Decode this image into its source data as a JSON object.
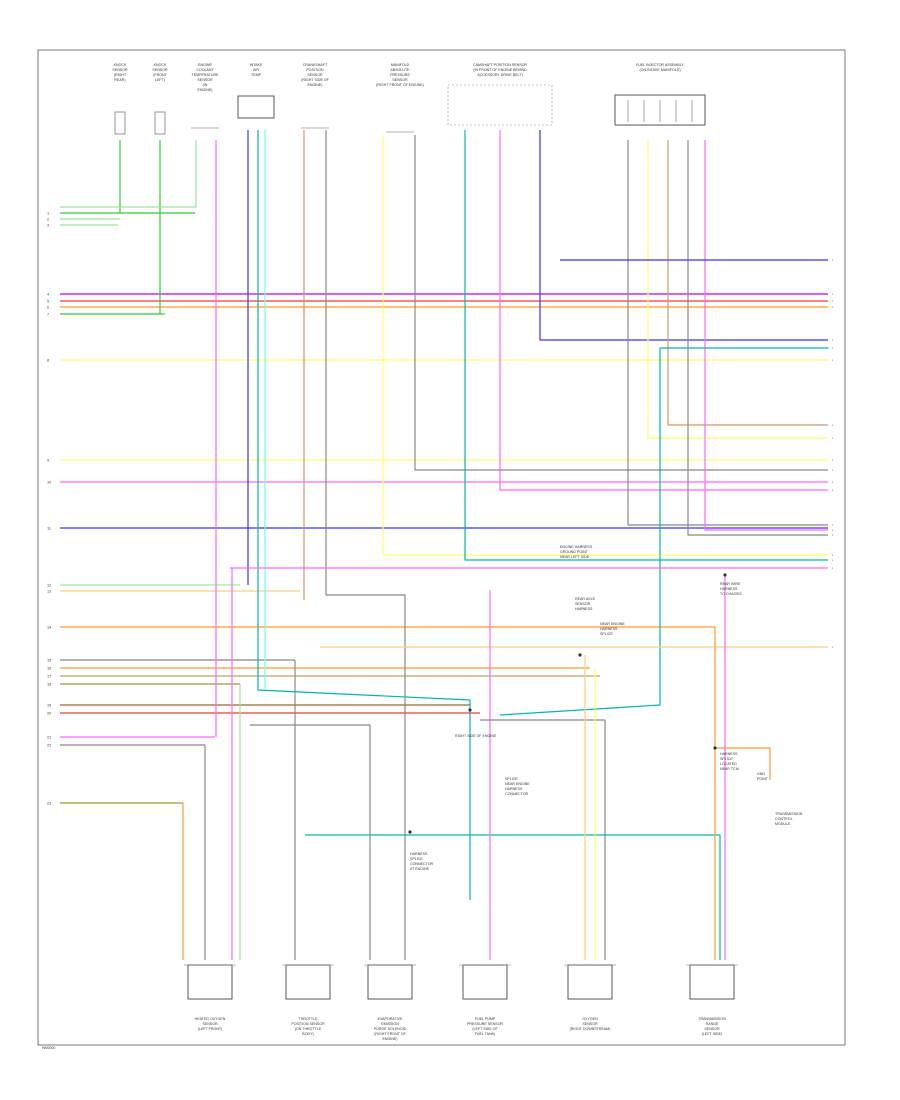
{
  "footer_code": "W00000",
  "top_components": [
    {
      "id": "knock1",
      "label": [
        "KNOCK",
        "SENSOR",
        "(RIGHT",
        "REAR)"
      ]
    },
    {
      "id": "knock2",
      "label": [
        "KNOCK",
        "SENSOR",
        "(FRONT",
        "LEFT)"
      ]
    },
    {
      "id": "ect",
      "label": [
        "ENGINE",
        "COOLANT",
        "TEMPERATURE",
        "SENSOR",
        "(IN",
        "ENGINE)"
      ]
    },
    {
      "id": "iat",
      "label": [
        "INTAKE",
        "AIR",
        "TEMP"
      ]
    },
    {
      "id": "ckp",
      "label": [
        "CRANKSHAFT",
        "POSITION",
        "SENSOR",
        "(RIGHT SIDE OF",
        "ENGINE)"
      ]
    },
    {
      "id": "map",
      "label": [
        "MANIFOLD",
        "ABSOLUTE",
        "PRESSURE",
        "SENSOR",
        "(RIGHT FRONT OF ENGINE)"
      ]
    },
    {
      "id": "cmp",
      "label": [
        "CAMSHAFT POSITION SENSOR",
        "(IN FRONT OF ENGINE BEHIND",
        "ACCESSORY DRIVE BELT)"
      ]
    },
    {
      "id": "inj",
      "label": [
        "FUEL INJECTOR ASSEMBLY",
        "(ON INTAKE MANIFOLD)"
      ]
    }
  ],
  "bottom_components": [
    {
      "id": "o2up",
      "label": [
        "HEATED OXYGEN",
        "SENSOR",
        "(LEFT FRONT)"
      ]
    },
    {
      "id": "tps",
      "label": [
        "THROTTLE",
        "POSITION SENSOR",
        "(ON THROTTLE",
        "BODY)"
      ]
    },
    {
      "id": "evap",
      "label": [
        "EVAPORATIVE",
        "EMISSION",
        "PURGE SOLENOID",
        "(RIGHT FRONT OF",
        "ENGINE)"
      ]
    },
    {
      "id": "fuel",
      "label": [
        "FUEL PUMP",
        "PRESSURE SENSOR",
        "(LEFT SIDE OF",
        "FUEL TANK)"
      ]
    },
    {
      "id": "o2down",
      "label": [
        "OXYGEN",
        "SENSOR",
        "(RIGHT DOWNSTREAM)"
      ]
    },
    {
      "id": "trans",
      "label": [
        "TRANSMISSION",
        "RANGE",
        "SENSOR",
        "(LEFT SIDE)"
      ]
    }
  ],
  "notes": [
    {
      "id": "n1",
      "label": [
        "SPLICE",
        "NEAR ENGINE",
        "HARNESS",
        "CONNECTOR"
      ]
    },
    {
      "id": "n2",
      "label": [
        "REAR AXLE",
        "SENSOR",
        "HARNESS"
      ]
    },
    {
      "id": "n3",
      "label": [
        "REAR WIRE",
        "HARNESS",
        "TO CHASSIS"
      ]
    },
    {
      "id": "n4",
      "label": [
        "HARNESS",
        "SPLICE",
        "CONNECTOR",
        "AT ENGINE"
      ]
    },
    {
      "id": "n5",
      "label": [
        "NEAR ENGINE",
        "HARNESS",
        "SPLICE"
      ]
    },
    {
      "id": "n6",
      "label": [
        "HARNESS",
        "SPLICE",
        "LOCATED",
        "NEAR TCM"
      ]
    },
    {
      "id": "n7",
      "label": [
        "ENGINE HARNESS",
        "GROUND POINT",
        "NEAR LEFT SIDE"
      ]
    },
    {
      "id": "n8",
      "label": [
        "RIGHT SIDE OF ENGINE"
      ]
    },
    {
      "id": "n9",
      "label": [
        "GND",
        "POINT"
      ]
    },
    {
      "id": "n10",
      "label": [
        "TRANSMISSION",
        "CONTROL",
        "MODULE"
      ]
    }
  ],
  "wire_colors": {
    "green": "#33cc33",
    "light_green": "#99e699",
    "purple": "#b300ff",
    "red": "#ff3333",
    "orange": "#ff9933",
    "yellow": "#ffff66",
    "pink": "#ff66ff",
    "blue": "#3333ff",
    "teal": "#00b3b3",
    "cyan": "#66ffff",
    "brown": "#996633",
    "gray": "#888888",
    "tan": "#cc9966",
    "olive": "#999933",
    "light_orange": "#ffcc80"
  }
}
